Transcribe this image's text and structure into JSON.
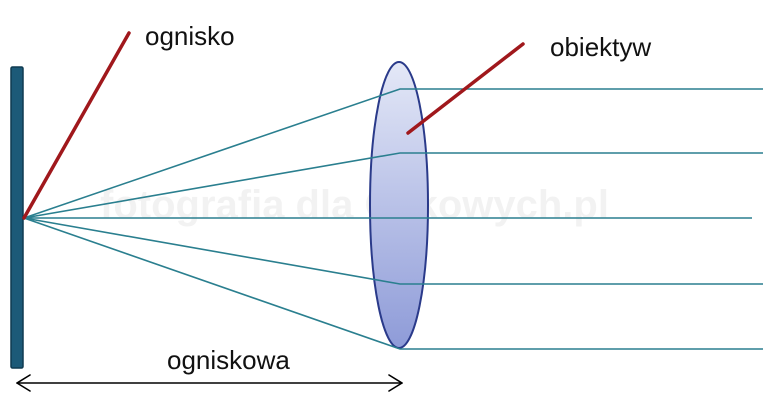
{
  "labels": {
    "focus": "ognisko",
    "lens": "obiektyw",
    "focal_length": "ogniskowa"
  },
  "watermark": "fotografia dla Cekowych.pl",
  "colors": {
    "sensor_fill": "#1c5a78",
    "sensor_stroke": "#0f3a50",
    "ray": "#2a7f8f",
    "pointer": "#a0181c",
    "lens_stroke": "#2a3a8a",
    "lens_top": "#e4e8f7",
    "lens_bottom": "#8e9bd8",
    "arrow": "#000000",
    "text": "#111111"
  }
}
